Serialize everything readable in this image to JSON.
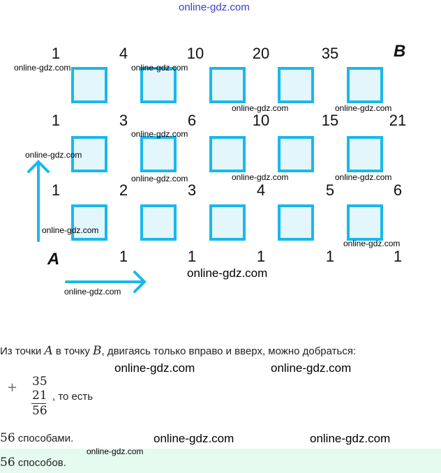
{
  "watermark": "online-gdz.com",
  "site_header": "online-gdz.com",
  "figure": {
    "point_a": "A",
    "point_b": "B",
    "rows": [
      [
        "1",
        "4",
        "10",
        "20",
        "35"
      ],
      [
        "1",
        "3",
        "6",
        "10",
        "15",
        "21"
      ],
      [
        "1",
        "2",
        "3",
        "4",
        "5",
        "6"
      ],
      [
        "1",
        "1",
        "1",
        "1",
        "1"
      ]
    ],
    "square_color": "#1ab8ea"
  },
  "solution": {
    "intro_prefix": "Из точки",
    "intro_a": "A",
    "intro_mid": "в точку",
    "intro_b": "B",
    "intro_suffix": ", двигаясь только вправо и вверх, можно добраться:",
    "plus": "+",
    "addend1": "35",
    "addend2": "21",
    "sum": "56",
    "that_is": ", то есть",
    "result_number": "56",
    "result_text": "способами."
  },
  "answer": {
    "number": "56",
    "text": "способов."
  }
}
